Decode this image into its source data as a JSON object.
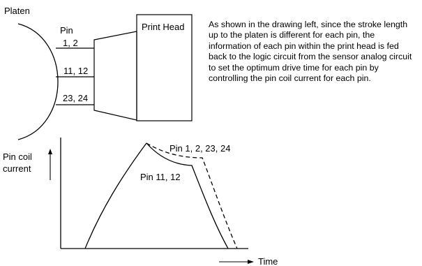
{
  "top_diagram": {
    "platen_label": "Platen",
    "pin_label": "Pin",
    "pin_groups": [
      "1, 2",
      "11, 12",
      "23, 24"
    ],
    "print_head_label": "Print Head"
  },
  "description": "As shown in the drawing left, since the stroke length up to the platen is different for each pin, the information of each pin within the print head is fed back to the logic circuit from the sensor analog circuit to set the optimum drive time for each pin by controlling the pin coil current for each pin.",
  "waveform_graph": {
    "y_axis_label_line1": "Pin coil",
    "y_axis_label_line2": "current",
    "x_axis_label": "Time",
    "curve_dashed_label": "Pin 1, 2, 23, 24",
    "curve_solid_label": "Pin 11, 12"
  }
}
